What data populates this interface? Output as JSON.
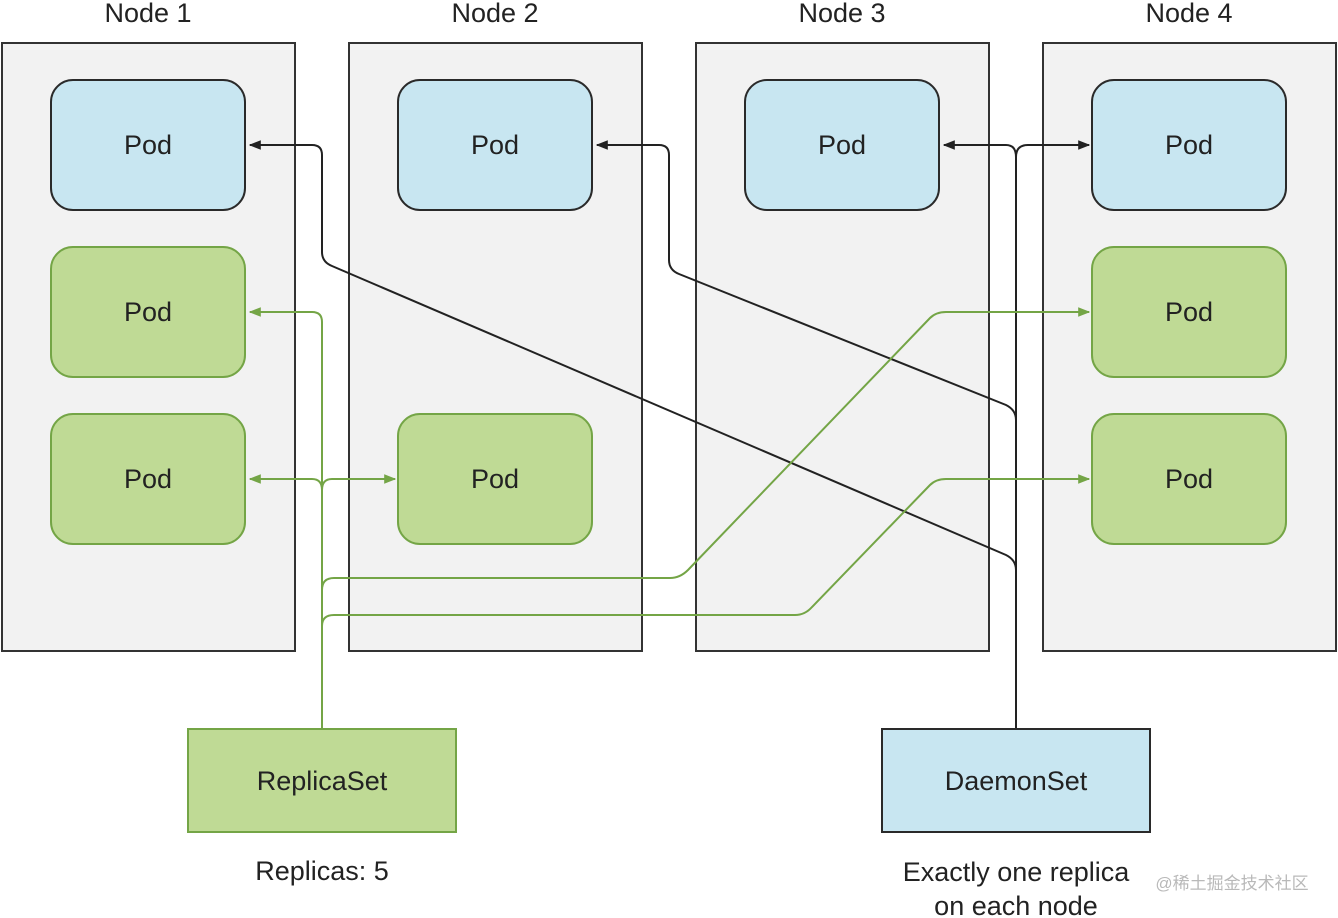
{
  "colors": {
    "node_fill": "#f2f2f2",
    "node_stroke": "#333333",
    "daemon_pod_fill": "#c8e6f1",
    "daemon_pod_stroke": "#2a2a2a",
    "replica_pod_fill": "#bfda95",
    "replica_pod_stroke": "#74a546",
    "daemon_line": "#222222",
    "replica_line": "#74a546"
  },
  "nodes": [
    {
      "title": "Node 1",
      "pods": [
        {
          "label": "Pod",
          "kind": "daemon"
        },
        {
          "label": "Pod",
          "kind": "replica"
        },
        {
          "label": "Pod",
          "kind": "replica"
        }
      ]
    },
    {
      "title": "Node 2",
      "pods": [
        {
          "label": "Pod",
          "kind": "daemon"
        },
        {
          "label": "Pod",
          "kind": "replica"
        }
      ]
    },
    {
      "title": "Node 3",
      "pods": [
        {
          "label": "Pod",
          "kind": "daemon"
        }
      ]
    },
    {
      "title": "Node 4",
      "pods": [
        {
          "label": "Pod",
          "kind": "daemon"
        },
        {
          "label": "Pod",
          "kind": "replica"
        },
        {
          "label": "Pod",
          "kind": "replica"
        }
      ]
    }
  ],
  "replicaset": {
    "label": "ReplicaSet",
    "caption": "Replicas: 5"
  },
  "daemonset": {
    "label": "DaemonSet",
    "caption_line1": "Exactly one replica",
    "caption_line2": "on each node"
  },
  "watermark": "@稀土掘金技术社区"
}
